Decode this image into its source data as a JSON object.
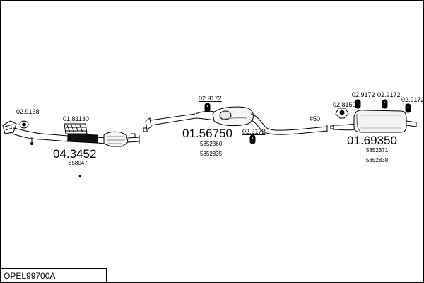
{
  "diagram": {
    "assemblies": [
      {
        "name": "front-catalytic-section",
        "code": "04.3452",
        "refs": [
          "858047"
        ]
      },
      {
        "name": "center-silencer-section",
        "code": "01.56750",
        "refs": [
          "5852360",
          "5852835"
        ]
      },
      {
        "name": "rear-silencer-section",
        "code": "01.69350",
        "refs": [
          "5852371",
          "5852838"
        ]
      }
    ],
    "parts": {
      "p1": "02.9168",
      "p2": "01.81130",
      "p3": "02.9172",
      "p4": "02.9172",
      "p5": "#50",
      "p6": "02.9172",
      "p7": "02.9172",
      "p8": "02.8150",
      "p9": "02.9172"
    },
    "set_code": "OPEL99700A"
  }
}
